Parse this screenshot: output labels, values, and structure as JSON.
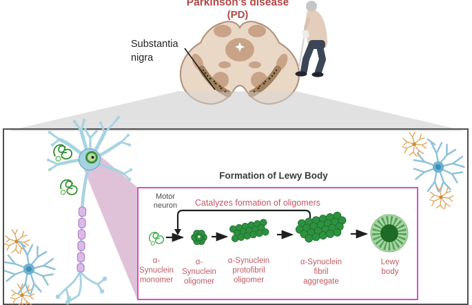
{
  "title": {
    "line1": "Parkinson's disease",
    "line2": "(PD)"
  },
  "anatomy": {
    "substantia_label": "Substantia\nnigra"
  },
  "panel": {
    "heading": "Formation of Lewy Body",
    "motor_neuron": "Motor\nneuron",
    "catalyzes": "Catalyzes formation of oligomers",
    "stages": [
      {
        "label": "α-\nSynuclein\nmonomer"
      },
      {
        "label": "α-\nSynuclein\noligomer"
      },
      {
        "label": "α-Synuclein\nprotofibril\noligomer"
      },
      {
        "label": "α-Synuclein\nfibril\naggregate"
      },
      {
        "label": "Lewy\nbody"
      }
    ]
  },
  "icons": {
    "brain": "midbrain-cross-section-illustration",
    "patient": "stooped-elderly-patient-figure",
    "cone_top": "gray-magnification-cone",
    "cone_pink": "pink-magnification-cone",
    "neuron": "motor-neuron-illustration",
    "astrocyte": "astrocyte-cell-icon",
    "microglia": "microglia-cell-icon",
    "scribble": "alpha-synuclein-aggregate-icon",
    "oligomer": "oligomer-cluster-icon",
    "protofibril": "protofibril-rod-icon",
    "fibril_aggregate": "fibril-aggregate-rod-icon",
    "lewy_body": "lewy-body-icon"
  },
  "colors": {
    "title_red": "#b04a47",
    "stage_label_red": "#c05a62",
    "catalyze_red": "#c25663",
    "panel_border_magenta": "#d44fc4",
    "neuron_blue": "#a6d3e2",
    "myelin_purple": "#dcb9e8",
    "aggregate_green": "#2e9140",
    "brain_tan": "#ead8c6",
    "cone_gray": "#e8e8e8",
    "cone_pink": "#e0c2d8"
  }
}
